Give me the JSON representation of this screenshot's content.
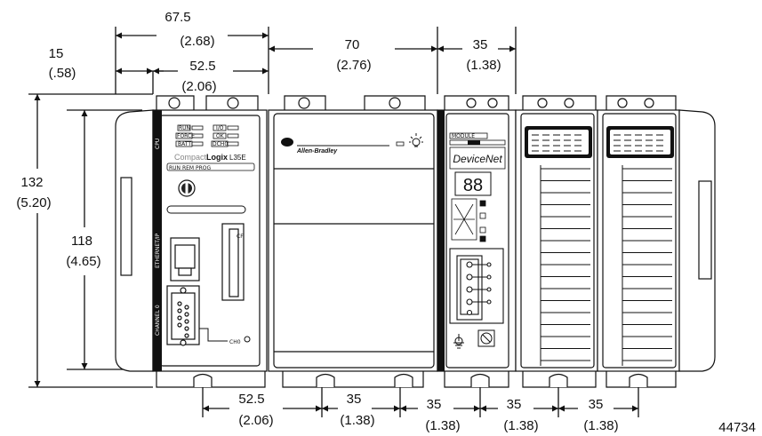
{
  "figure_id": "44734",
  "dimensions": {
    "top_cpu_total": {
      "mm": "67.5",
      "in": "(2.68)"
    },
    "top_left_side": {
      "mm": "15",
      "in": "(.58)"
    },
    "top_cpu_body": {
      "mm": "52.5",
      "in": "(2.06)"
    },
    "top_second_module": {
      "mm": "70",
      "in": "(2.76)"
    },
    "top_third_module": {
      "mm": "35",
      "in": "(1.38)"
    },
    "left_outer_height": {
      "mm": "132",
      "in": "(5.20)"
    },
    "left_inner_height": {
      "mm": "118",
      "in": "(4.65)"
    },
    "bottom_cpu": {
      "mm": "52.5",
      "in": "(2.06)"
    },
    "bottom_m1": {
      "mm": "35",
      "in": "(1.38)"
    },
    "bottom_m2": {
      "mm": "35",
      "in": "(1.38)"
    },
    "bottom_m3": {
      "mm": "35",
      "in": "(1.38)"
    },
    "bottom_m4": {
      "mm": "35",
      "in": "(1.38)"
    }
  },
  "cpu": {
    "side_label": "CPU",
    "ethernet_label": "ETHERNET/IP",
    "channel_label": "CHANNEL 0",
    "led_run": "RUN",
    "led_io": "I/O",
    "led_force": "FORCE",
    "led_ok": "OK",
    "led_batt": "BATT",
    "led_dch0": "DCH0",
    "brand_light": "Compact",
    "brand_bold": "Logix",
    "model": "L35E",
    "keyswitch": "RUN  REM  PROG",
    "cf_label": "CF",
    "ch0_label": "CH0"
  },
  "power_supply": {
    "brand": "Allen-Bradley",
    "logo_text": "AB"
  },
  "devicenet": {
    "module_label": "MODULE",
    "brand": "DeviceNet",
    "display": "88"
  }
}
